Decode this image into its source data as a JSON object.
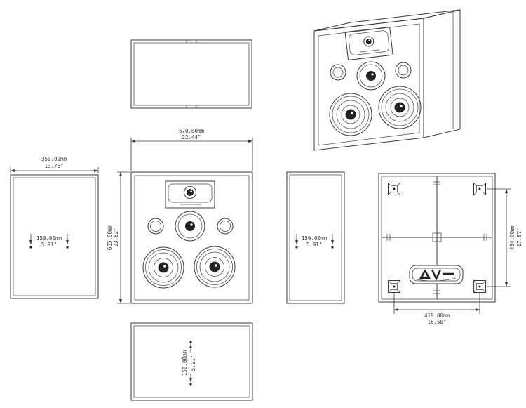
{
  "colors": {
    "line": "#3a3a3a",
    "background": "#ffffff"
  },
  "views": {
    "front": {
      "width": {
        "mm": "570.00mm",
        "inch": "22.44\""
      },
      "height": {
        "mm": "605.00mm",
        "inch": "23.82\""
      }
    },
    "side": {
      "depth": {
        "mm": "350.00mm",
        "inch": "13.78\""
      },
      "mount": {
        "mm": "150.00mm",
        "inch": "5.91\""
      }
    },
    "rear": {
      "vertical": {
        "mm": "454.00mm",
        "inch": "17.87\""
      },
      "horizontal": {
        "mm": "419.00mm",
        "inch": "16.50\""
      }
    },
    "bottom": {
      "mount": {
        "mm": "150.00mm",
        "inch": "5.91\""
      }
    }
  }
}
